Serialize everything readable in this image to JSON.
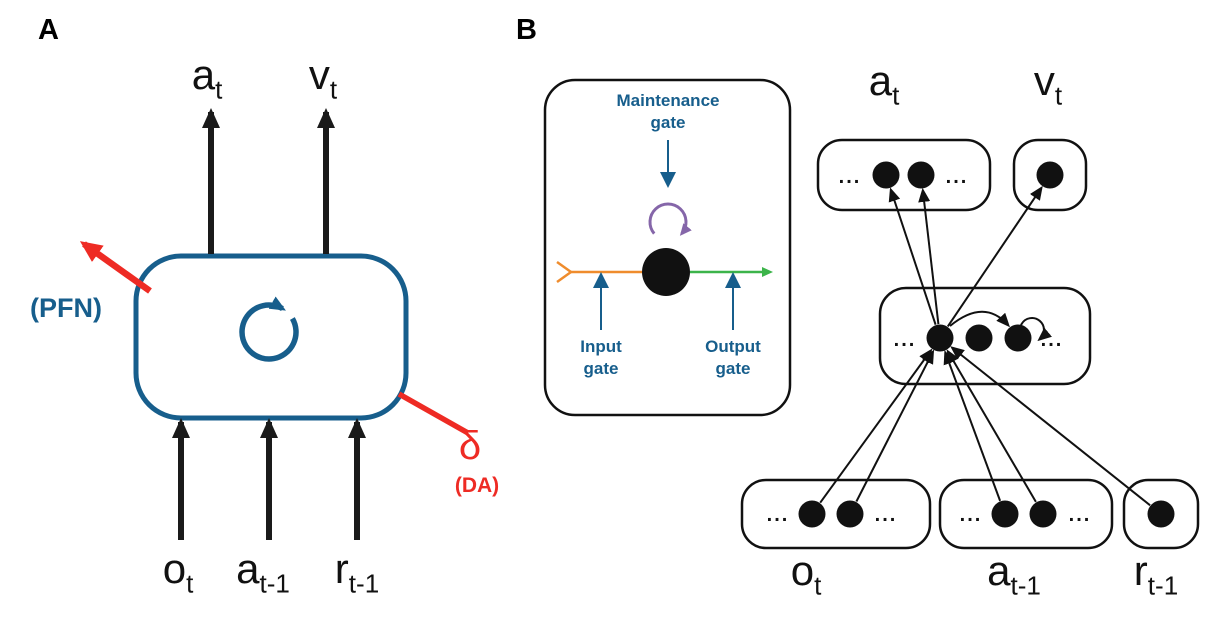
{
  "colors": {
    "blue": "#175e8c",
    "red": "#ee2b24",
    "purple": "#8566a9",
    "orange": "#ef8c2d",
    "green": "#3cb44a",
    "node_black": "#111111"
  },
  "panelA": {
    "label": "A",
    "outputs": [
      {
        "main": "a",
        "sub": "t"
      },
      {
        "main": "v",
        "sub": "t"
      }
    ],
    "inputs": [
      {
        "main": "o",
        "sub": "t"
      },
      {
        "main": "a",
        "sub": "t-1"
      },
      {
        "main": "r",
        "sub": "t-1"
      }
    ],
    "pfn_label": "(PFN)",
    "delta_label": "δ",
    "da_label": "(DA)"
  },
  "panelB": {
    "label": "B",
    "inset": {
      "maintenance_gate": {
        "line1": "Maintenance",
        "line2": "gate"
      },
      "input_gate": {
        "line1": "Input",
        "line2": "gate"
      },
      "output_gate": {
        "line1": "Output",
        "line2": "gate"
      }
    },
    "network": {
      "ellipsis": "...",
      "top_labels": [
        {
          "main": "a",
          "sub": "t"
        },
        {
          "main": "v",
          "sub": "t"
        }
      ],
      "bottom_labels": [
        {
          "main": "o",
          "sub": "t"
        },
        {
          "main": "a",
          "sub": "t-1"
        },
        {
          "main": "r",
          "sub": "t-1"
        }
      ]
    }
  }
}
